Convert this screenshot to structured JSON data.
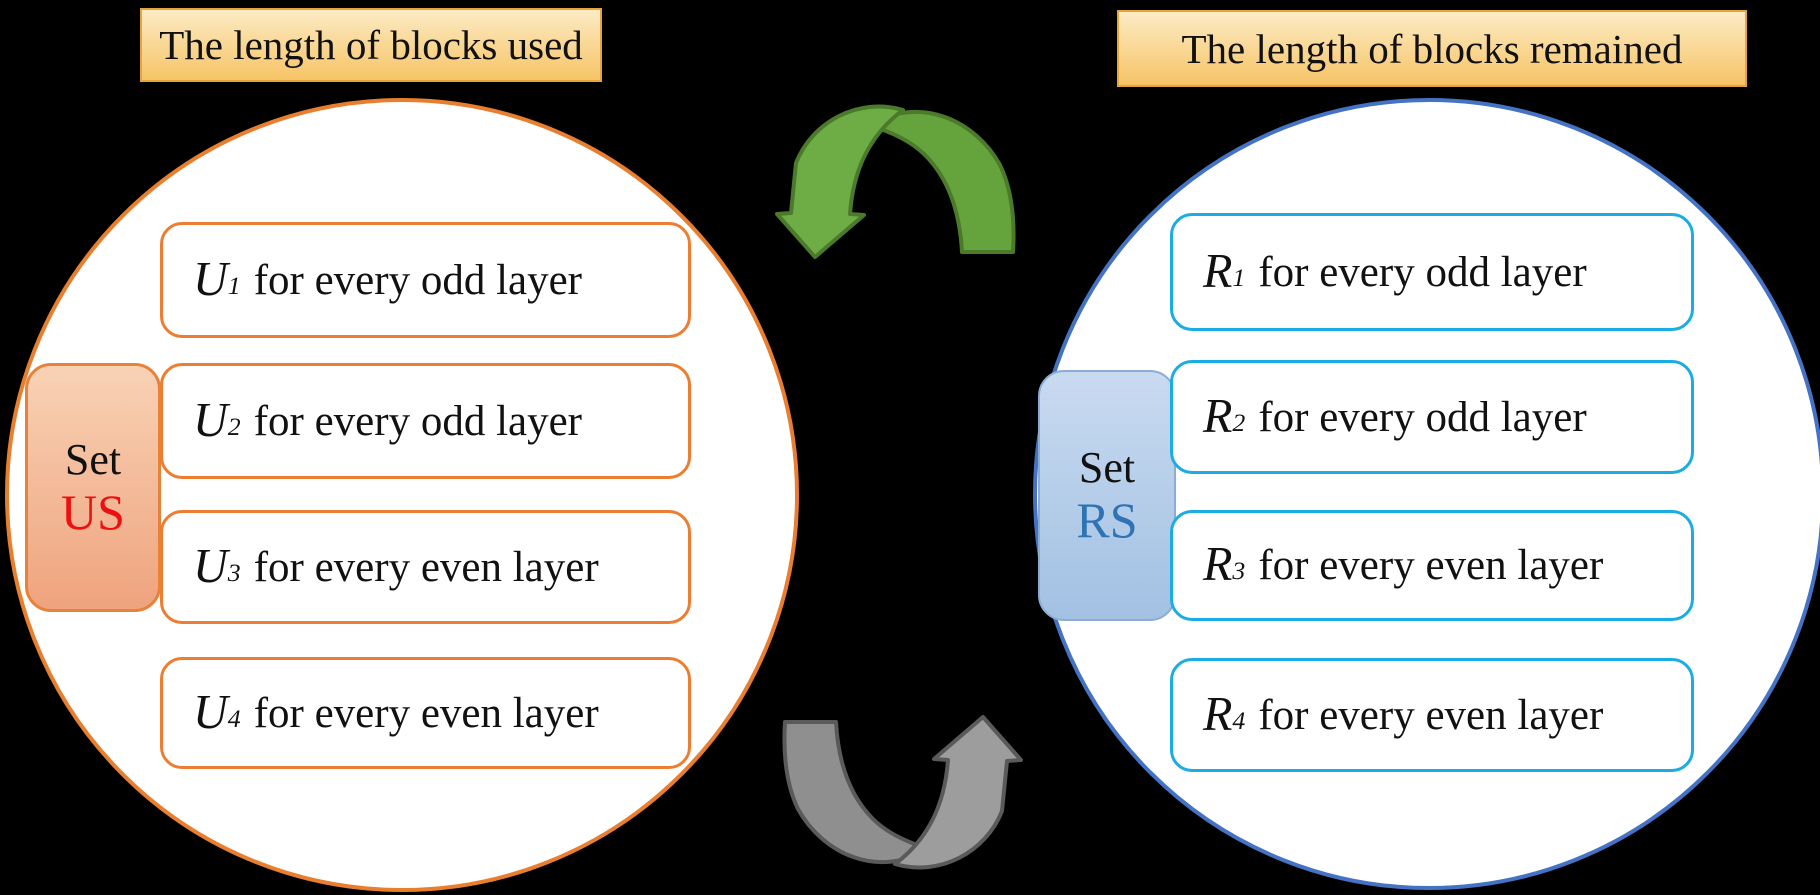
{
  "banners": {
    "used": "The length of blocks used",
    "remained": "The length of blocks remained"
  },
  "left_circle": {
    "set_label": {
      "line1": "Set",
      "line2": "US"
    },
    "items": [
      {
        "var": "U",
        "sub": "1",
        "text": "for every odd layer"
      },
      {
        "var": "U",
        "sub": "2",
        "text": "for every odd layer"
      },
      {
        "var": "U",
        "sub": "3",
        "text": "for every even layer"
      },
      {
        "var": "U",
        "sub": "4",
        "text": "for every even layer"
      }
    ]
  },
  "right_circle": {
    "set_label": {
      "line1": "Set",
      "line2": "RS"
    },
    "items": [
      {
        "var": "R",
        "sub": "1",
        "text": "for every odd layer"
      },
      {
        "var": "R",
        "sub": "2",
        "text": "for every odd layer"
      },
      {
        "var": "R",
        "sub": "3",
        "text": "for every even layer"
      },
      {
        "var": "R",
        "sub": "4",
        "text": "for every even layer"
      }
    ]
  },
  "icons": {
    "top_arrow": "curved-arrow-left-down",
    "bottom_arrow": "curved-arrow-right-up"
  },
  "colors": {
    "background": "#000000",
    "left_circle_border": "#E87E2E",
    "left_box_border": "#ED7D31",
    "us_badge_fill_top": "#F8D2B5",
    "us_badge_fill_bottom": "#EFA37E",
    "us_text_red": "#EE1010",
    "right_circle_border": "#4472C4",
    "right_box_border": "#1CACE4",
    "rs_badge_fill_top": "#C9DAF0",
    "rs_badge_fill_bottom": "#A2C1E3",
    "rs_text_blue": "#2E74B5",
    "banner_fill_top": "#FCEBC4",
    "banner_fill_bottom": "#F6C466",
    "banner_border": "#E8A43C",
    "green_arrow": "#6EAD46",
    "green_arrow_outline": "#4C7A2B",
    "gray_arrow": "#9D9D9D",
    "gray_arrow_outline": "#5A5A5A"
  }
}
